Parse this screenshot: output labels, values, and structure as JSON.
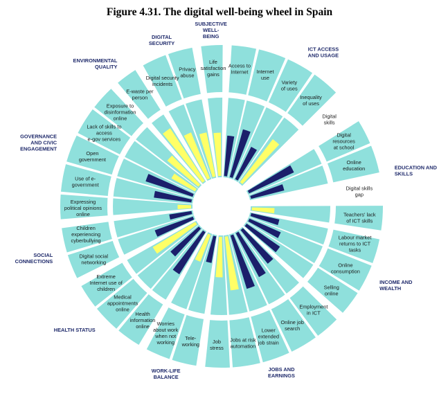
{
  "chart_data": {
    "type": "radial-bar",
    "title": "Figure 4.31. The digital well-being wheel in Spain",
    "colors": {
      "segment": "#8fe0dc",
      "positive_bar": "#1b1f6b",
      "negative_bar": "#ffff66",
      "ring": "#ffffff"
    },
    "categories": [
      {
        "key": "ict",
        "label": "ICT ACCESS AND USAGE",
        "label_lines": [
          "ICT ACCESS",
          "AND USAGE"
        ]
      },
      {
        "key": "education",
        "label": "EDUCATION AND SKILLS",
        "label_lines": [
          "EDUCATION AND",
          "SKILLS"
        ]
      },
      {
        "key": "income",
        "label": "INCOME AND WEALTH",
        "label_lines": [
          "INCOME AND",
          "WEALTH"
        ]
      },
      {
        "key": "jobs",
        "label": "JOBS AND EARNINGS",
        "label_lines": [
          "JOBS AND",
          "EARNINGS"
        ]
      },
      {
        "key": "worklife",
        "label": "WORK-LIFE BALANCE",
        "label_lines": [
          "WORK-LIFE",
          "BALANCE"
        ]
      },
      {
        "key": "health",
        "label": "HEALTH STATUS",
        "label_lines": [
          "HEALTH STATUS"
        ]
      },
      {
        "key": "social",
        "label": "SOCIAL CONNECTIONS",
        "label_lines": [
          "SOCIAL",
          "CONNECTIONS"
        ]
      },
      {
        "key": "governance",
        "label": "GOVERNANCE AND CIVIC ENGAGEMENT",
        "label_lines": [
          "GOVERNANCE",
          "AND CIVIC",
          "ENGAGEMENT"
        ]
      },
      {
        "key": "environment",
        "label": "ENVIRONMENTAL QUALITY",
        "label_lines": [
          "ENVIRONMENTAL",
          "QUALITY"
        ]
      },
      {
        "key": "security",
        "label": "DIGITAL SECURITY",
        "label_lines": [
          "DIGITAL",
          "SECURITY"
        ]
      },
      {
        "key": "subjective",
        "label": "SUBJECTIVE WELL-BEING",
        "label_lines": [
          "SUBJECTIVE",
          "WELL-",
          "BEING"
        ]
      }
    ],
    "indicators": [
      {
        "category": "ict",
        "label": "Access to Internet",
        "label_lines": [
          "Access to",
          "Internet"
        ],
        "bar": "positive",
        "value": 0.45
      },
      {
        "category": "ict",
        "label": "Internet use",
        "label_lines": [
          "Internet",
          "use"
        ],
        "bar": "positive",
        "value": 0.55
      },
      {
        "category": "ict",
        "label": "Variety of uses",
        "label_lines": [
          "Variety",
          "of uses"
        ],
        "bar": "positive",
        "value": 0.4
      },
      {
        "category": "ict",
        "label": "Inequality of uses",
        "label_lines": [
          "Inequality",
          "of uses"
        ],
        "bar": "negative",
        "value": 0.6
      },
      {
        "category": "ict",
        "label": "Digital skills",
        "label_lines": [
          "Digital",
          "skills"
        ],
        "bar": "none",
        "value": 0
      },
      {
        "category": "education",
        "label": "Digital resources at school",
        "label_lines": [
          "Digital",
          "resources",
          "at school"
        ],
        "bar": "positive",
        "value": 0.55
      },
      {
        "category": "education",
        "label": "Online education",
        "label_lines": [
          "Online",
          "education"
        ],
        "bar": "positive",
        "value": 0.38
      },
      {
        "category": "education",
        "label": "Digital skills gap",
        "label_lines": [
          "Digital skills",
          "gap"
        ],
        "bar": "none",
        "value": 0
      },
      {
        "category": "education",
        "label": "Teachers' lack of ICT skills",
        "label_lines": [
          "Teachers' lack",
          "of ICT skills"
        ],
        "bar": "negative",
        "value": 0.25
      },
      {
        "category": "income",
        "label": "Labour market returns to ICT tasks",
        "label_lines": [
          "Labour market",
          "returns to ICT",
          "tasks"
        ],
        "bar": "positive",
        "value": 0.32
      },
      {
        "category": "income",
        "label": "Online consumption",
        "label_lines": [
          "Online",
          "consumption"
        ],
        "bar": "positive",
        "value": 0.38
      },
      {
        "category": "income",
        "label": "Selling online",
        "label_lines": [
          "Selling",
          "online"
        ],
        "bar": "positive",
        "value": 0.45
      },
      {
        "category": "jobs",
        "label": "Employment in ICT",
        "label_lines": [
          "Employment",
          "in ICT"
        ],
        "bar": "positive",
        "value": 0.48
      },
      {
        "category": "jobs",
        "label": "Online job search",
        "label_lines": [
          "Online job",
          "search"
        ],
        "bar": "positive",
        "value": 0.55
      },
      {
        "category": "jobs",
        "label": "Lower extended job strain",
        "label_lines": [
          "Lower",
          "extended",
          "job strain"
        ],
        "bar": "positive",
        "value": 0.62
      },
      {
        "category": "jobs",
        "label": "Jobs at risk automation",
        "label_lines": [
          "Jobs at risk",
          "automation"
        ],
        "bar": "negative",
        "value": 0.6
      },
      {
        "category": "jobs",
        "label": "Job stress",
        "label_lines": [
          "Job",
          "stress"
        ],
        "bar": "negative",
        "value": 0.45
      },
      {
        "category": "worklife",
        "label": "Tele-working",
        "label_lines": [
          "Tele-",
          "working"
        ],
        "bar": "positive",
        "value": 0.3
      },
      {
        "category": "worklife",
        "label": "Worries about work when not working",
        "label_lines": [
          "Worries",
          "about work",
          "when not",
          "working"
        ],
        "bar": "negative",
        "value": 0.32
      },
      {
        "category": "health",
        "label": "Health information online",
        "label_lines": [
          "Health",
          "information",
          "online"
        ],
        "bar": "positive",
        "value": 0.55
      },
      {
        "category": "health",
        "label": "Medical appointments online",
        "label_lines": [
          "Medical",
          "appointments",
          "online"
        ],
        "bar": "positive",
        "value": 0.42
      },
      {
        "category": "health",
        "label": "Extreme Internet use of children",
        "label_lines": [
          "Extreme",
          "Internet use of",
          "children"
        ],
        "bar": "negative",
        "value": 0.55
      },
      {
        "category": "social",
        "label": "Digital social networking",
        "label_lines": [
          "Digital social",
          "networking"
        ],
        "bar": "positive",
        "value": 0.45
      },
      {
        "category": "social",
        "label": "Children experiencing cyberbullying",
        "label_lines": [
          "Children",
          "experiencing",
          "cyberbullying"
        ],
        "bar": "positive",
        "value": 0.25
      },
      {
        "category": "governance",
        "label": "Expressing political opinions online",
        "label_lines": [
          "Expressing",
          "political opinions",
          "online"
        ],
        "bar": "negative",
        "value": 0.15
      },
      {
        "category": "governance",
        "label": "Use of e-government",
        "label_lines": [
          "Use of e-",
          "government"
        ],
        "bar": "positive",
        "value": 0.42
      },
      {
        "category": "governance",
        "label": "Open government",
        "label_lines": [
          "Open",
          "government"
        ],
        "bar": "positive",
        "value": 0.55
      },
      {
        "category": "governance",
        "label": "Lack of skills to access e-gov services",
        "label_lines": [
          "Lack of skills to",
          "access",
          "e-gov services"
        ],
        "bar": "negative",
        "value": 0.3
      },
      {
        "category": "governance",
        "label": "Exposure to disinformation online",
        "label_lines": [
          "Exposure to",
          "disinformation",
          "online"
        ],
        "bar": "negative",
        "value": 0.45
      },
      {
        "category": "environment",
        "label": "E-waste per person",
        "label_lines": [
          "E-waste per",
          "person"
        ],
        "bar": "negative",
        "value": 0.7
      },
      {
        "category": "security",
        "label": "Digital security incidents",
        "label_lines": [
          "Digital security",
          "incidents"
        ],
        "bar": "negative",
        "value": 0.55
      },
      {
        "category": "security",
        "label": "Privacy abuse",
        "label_lines": [
          "Privacy",
          "abuse"
        ],
        "bar": "negative",
        "value": 0.5
      },
      {
        "category": "subjective",
        "label": "Life satisfaction gains",
        "label_lines": [
          "Life",
          "satisfaction",
          "gains"
        ],
        "bar": "negative",
        "value": 0.48
      }
    ]
  }
}
